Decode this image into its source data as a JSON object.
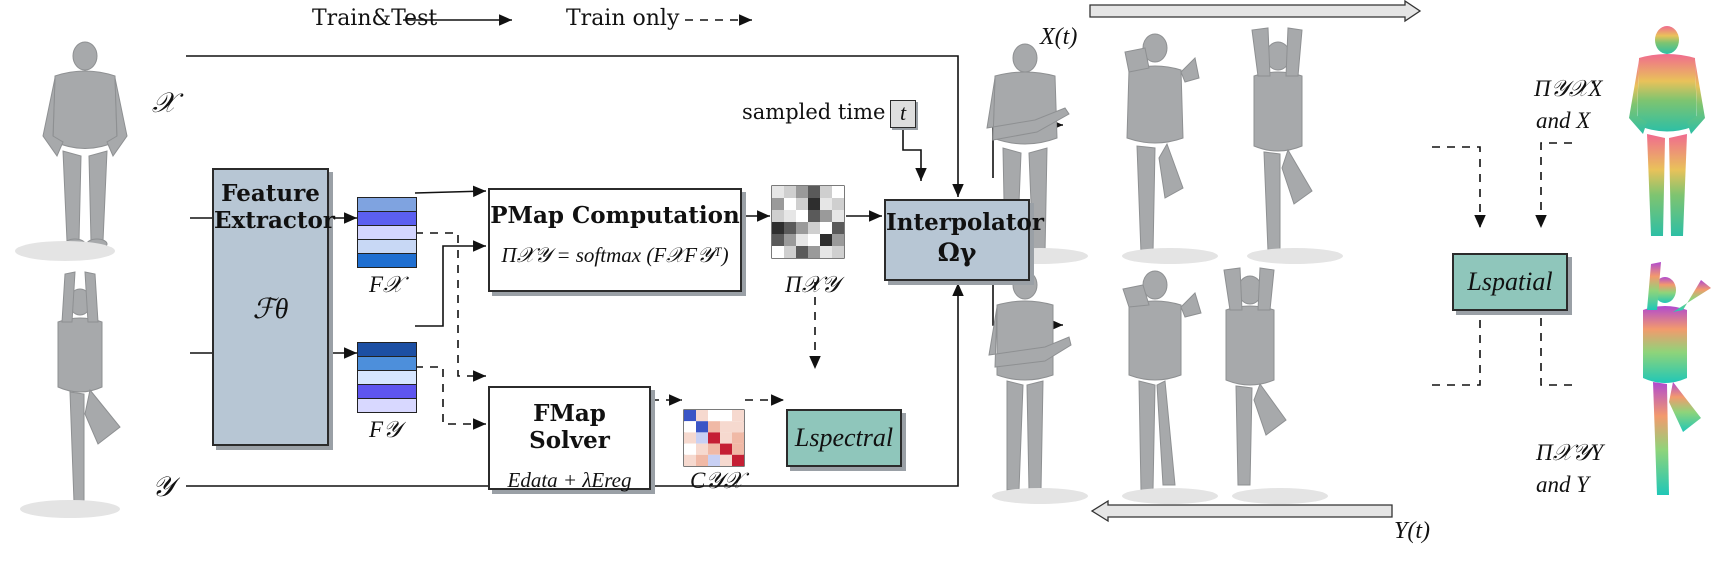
{
  "legend": {
    "solid_label": "Train&Test",
    "dashed_label": "Train only"
  },
  "inputs": {
    "x_label": "𝒳",
    "y_label": "𝒴"
  },
  "feature_extractor": {
    "title_line1": "Feature",
    "title_line2": "Extractor",
    "symbol": "ℱθ"
  },
  "features": {
    "fx_label": "F𝒳",
    "fy_label": "F𝒴",
    "fx_colors": [
      "#7fa3e0",
      "#5b5ff0",
      "#d3d5ff",
      "#c8d8f5",
      "#1f6fd1"
    ],
    "fy_colors": [
      "#1c4fa3",
      "#4d8fdb",
      "#d6e6ff",
      "#5e55ef",
      "#d8d8ff"
    ]
  },
  "pmap": {
    "title": "PMap Computation",
    "formula": "Π𝒳𝒴 = softmax (F𝒳F𝒴ᵀ)",
    "matrix_label": "Π𝒳𝒴"
  },
  "fmap": {
    "title": "FMap Solver",
    "formula": "Edata + λEreg",
    "matrix_label": "C𝒴𝒳"
  },
  "sampled_time": {
    "label": "sampled time",
    "symbol": "t"
  },
  "interpolator": {
    "title": "Interpolator",
    "symbol": "Ωγ"
  },
  "losses": {
    "spectral": "Lspectral",
    "spatial": "Lspatial"
  },
  "outputs": {
    "xt_label": "X(t)",
    "yt_label": "Y(t)",
    "top_right_line1": "Π𝒴𝒳X",
    "top_right_line2": "and X",
    "bottom_right_line1": "Π𝒳𝒴Y",
    "bottom_right_line2": "and Y"
  }
}
